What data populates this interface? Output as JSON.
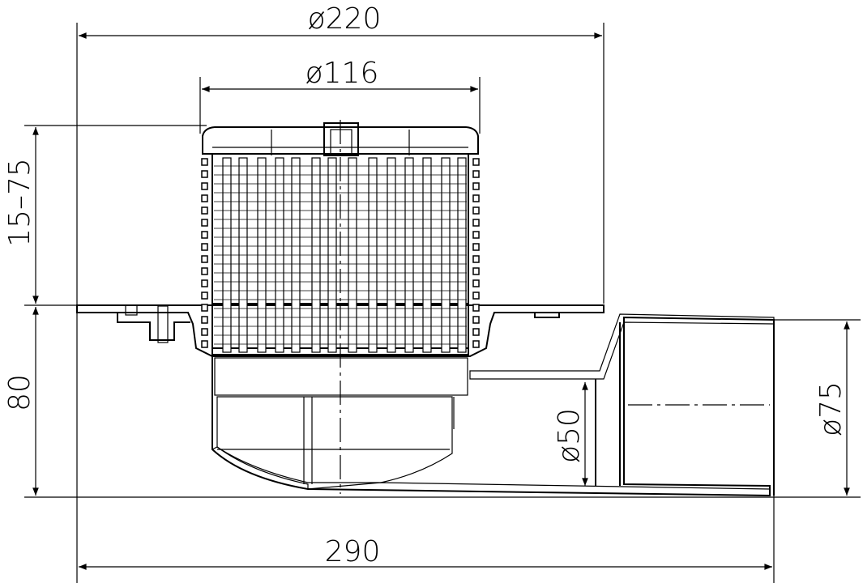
{
  "title": "Floor drain technical drawing",
  "dimensions": {
    "top_diameter": "ø220",
    "grate_diameter": "ø116",
    "height_adjust": "15–75",
    "body_height": "80",
    "total_length": "290",
    "outlet_inner": "ø50",
    "outlet_outer": "ø75"
  },
  "colors": {
    "line": "#000000",
    "background": "#ffffff"
  }
}
